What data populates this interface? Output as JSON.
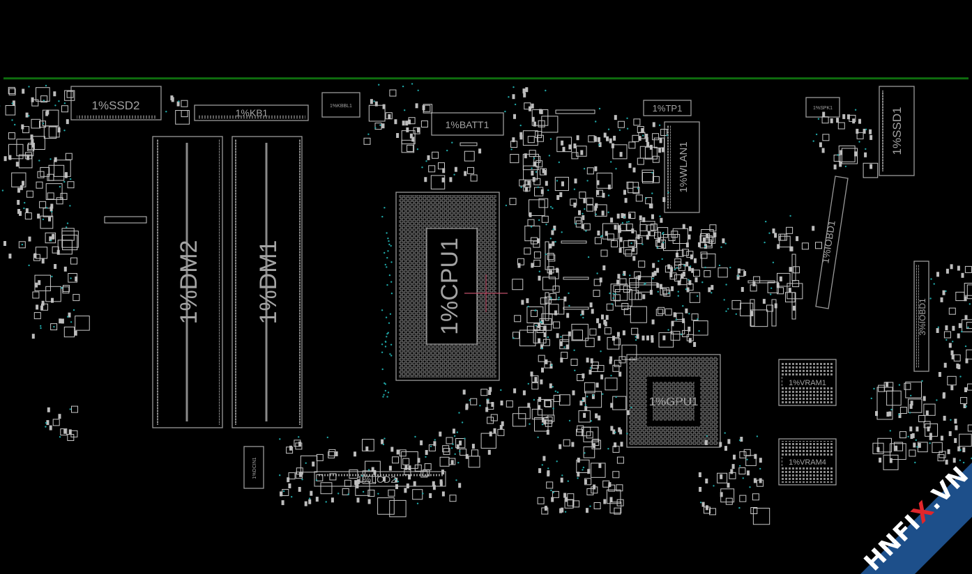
{
  "board_labels": {
    "ssd2": "1%SSD2",
    "kb1": "1%KB1",
    "batt1": "1%BATT1",
    "tp1": "1%TP1",
    "wlan1": "1%WLAN1",
    "ssd1": "1%SSD1",
    "dm2": "1%DM2",
    "dm1": "1%DM1",
    "cpu1": "1%CPU1",
    "gpu1": "1%GPU1",
    "vram1": "1%VRAM1",
    "vram4": "1%VRAM4",
    "iobd1_right": "1%IOBD1",
    "iobd1_far": "3%IOBD1",
    "lcd2": "1%LCD2",
    "kbbl1": "1%KBBL1",
    "spk1": "1%SPK1",
    "dcin1": "1%DCIN1"
  },
  "watermark": {
    "text_left": "HNFI",
    "text_x": "X",
    "text_right": ".VN",
    "banner_color": "#1d4f8a",
    "x_color": "#e0262b"
  },
  "colors": {
    "background": "#000000",
    "divider": "#0e6a0e",
    "outline": "#9a9a9a",
    "via": "#1fa7a7",
    "cursor": "#c0506a"
  }
}
